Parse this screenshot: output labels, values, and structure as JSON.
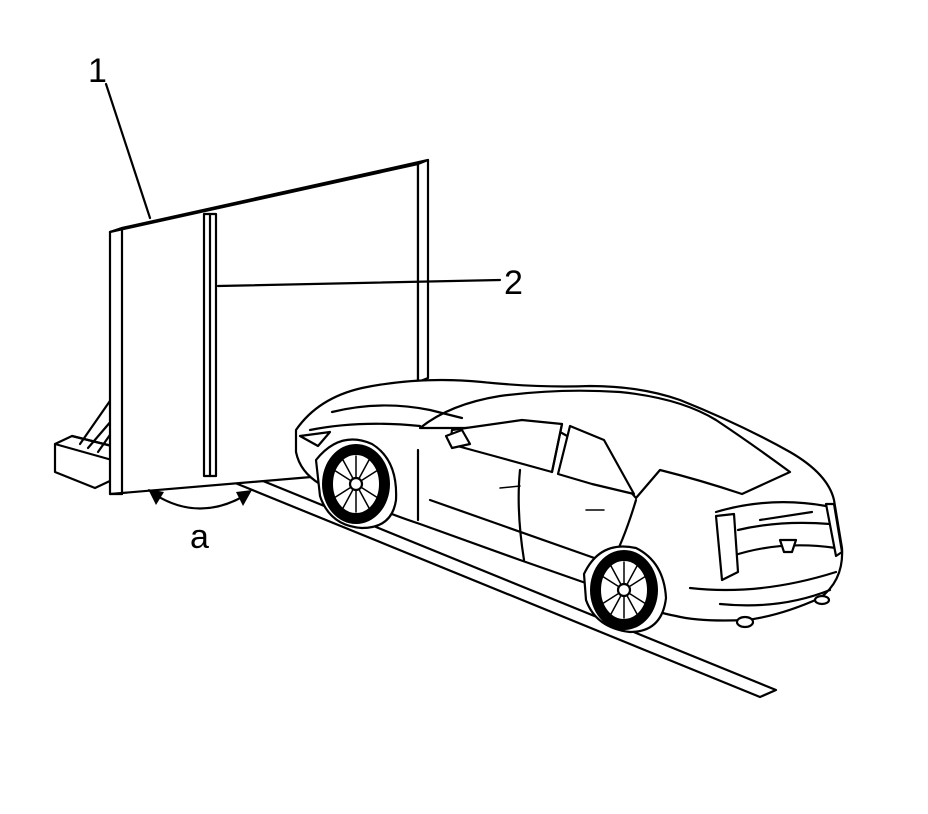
{
  "callouts": {
    "panel": "1",
    "line": "2",
    "angle": "a"
  },
  "colors": {
    "ink": "#000000",
    "paper": "#ffffff"
  }
}
